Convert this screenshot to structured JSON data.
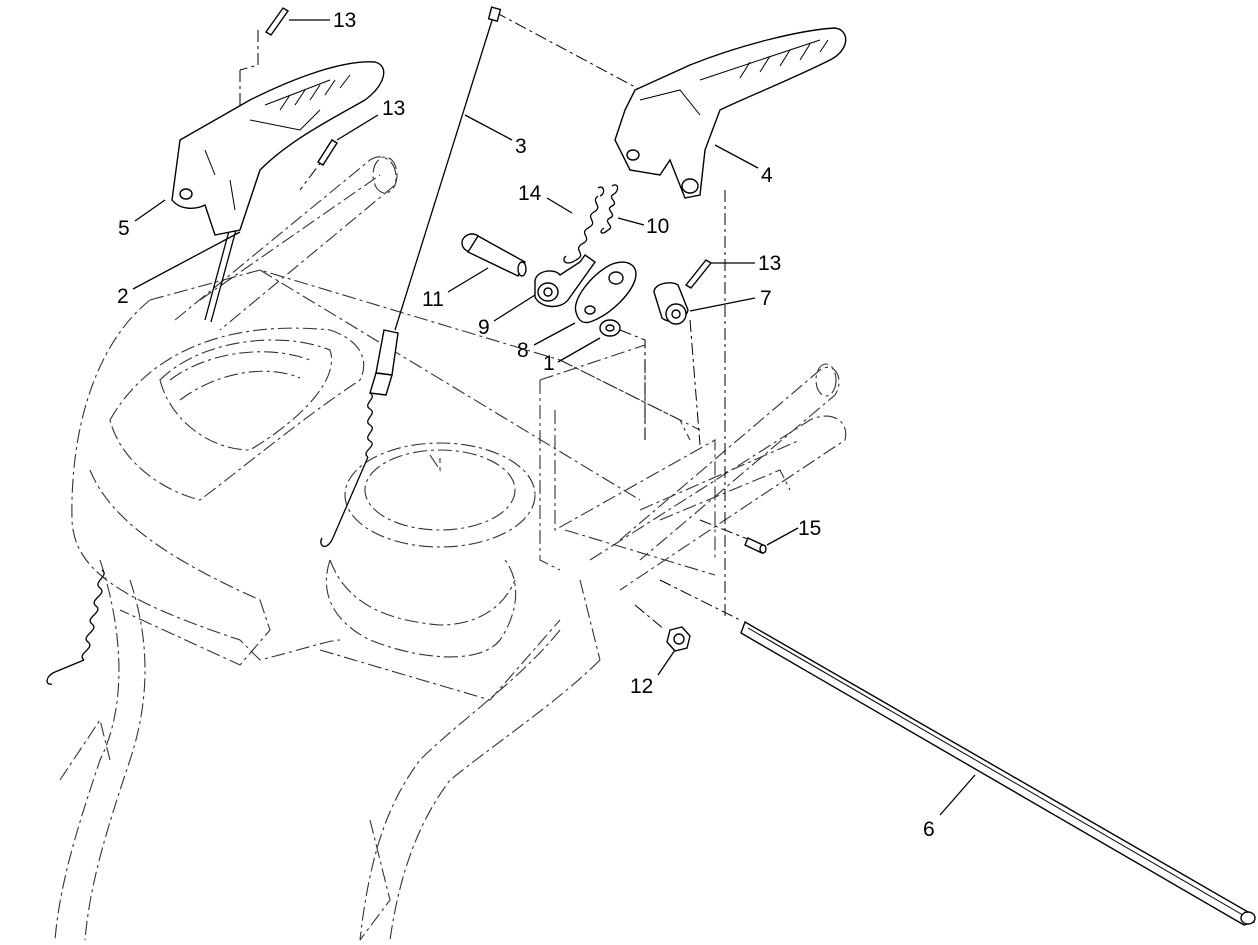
{
  "diagram": {
    "callouts": [
      {
        "id": "c13a",
        "text": "13"
      },
      {
        "id": "c13b",
        "text": "13"
      },
      {
        "id": "c13c",
        "text": "13"
      },
      {
        "id": "c3",
        "text": "3"
      },
      {
        "id": "c4",
        "text": "4"
      },
      {
        "id": "c5",
        "text": "5"
      },
      {
        "id": "c14",
        "text": "14"
      },
      {
        "id": "c10",
        "text": "10"
      },
      {
        "id": "c2",
        "text": "2"
      },
      {
        "id": "c11",
        "text": "11"
      },
      {
        "id": "c7",
        "text": "7"
      },
      {
        "id": "c9",
        "text": "9"
      },
      {
        "id": "c8",
        "text": "8"
      },
      {
        "id": "c1",
        "text": "1"
      },
      {
        "id": "c15",
        "text": "15"
      },
      {
        "id": "c12",
        "text": "12"
      },
      {
        "id": "c6",
        "text": "6"
      }
    ]
  }
}
